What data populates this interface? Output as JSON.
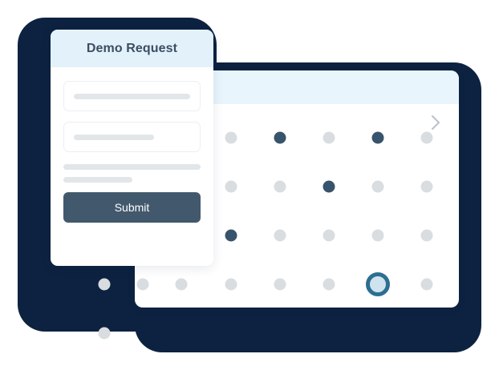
{
  "illustration": {
    "name": "demo-request-form-illustration"
  },
  "colors": {
    "navy_backdrop": "#0d2240",
    "card_white": "#ffffff",
    "header_blue": "#e3f1fa",
    "grid_header_blue": "#e8f5fc",
    "title_text": "#3c4e63",
    "submit_bg": "#42596d",
    "submit_text": "#ffffff",
    "dot_light": "#d9dde0",
    "dot_dark": "#37546c",
    "cursor_ring": "#2d6e92",
    "cursor_fill": "#cfe3ee",
    "skeleton": "#e2e6e9",
    "chevron": "#b7c2cc"
  },
  "form_card": {
    "title": "Demo Request",
    "fields": [
      {
        "name": "field-1",
        "value": "",
        "placeholder": ""
      },
      {
        "name": "field-2",
        "value": "",
        "placeholder": ""
      }
    ],
    "text_lines": [
      {
        "name": "text-line-1"
      },
      {
        "name": "text-line-2"
      }
    ],
    "submit_label": "Submit"
  },
  "grid_card": {
    "next_icon": "chevron-right-icon",
    "grid": {
      "rows": 5,
      "cols": 7,
      "col_x": [
        -38,
        10,
        58,
        120,
        181,
        242,
        303,
        364
      ],
      "row_y": [
        42,
        103,
        164,
        225,
        286
      ],
      "states": [
        [
          "light",
          "light",
          "light",
          "light",
          "dark",
          "light",
          "dark",
          "light"
        ],
        [
          "light",
          "light",
          "light",
          "light",
          "light",
          "dark",
          "light",
          "light"
        ],
        [
          "light",
          "light",
          "light",
          "dark",
          "light",
          "light",
          "light",
          "light"
        ],
        [
          "light",
          "light",
          "light",
          "light",
          "light",
          "light",
          "cursor",
          "light"
        ],
        [
          "light",
          "light",
          "dark",
          "light",
          "light",
          "light",
          "light",
          "light"
        ]
      ]
    }
  }
}
